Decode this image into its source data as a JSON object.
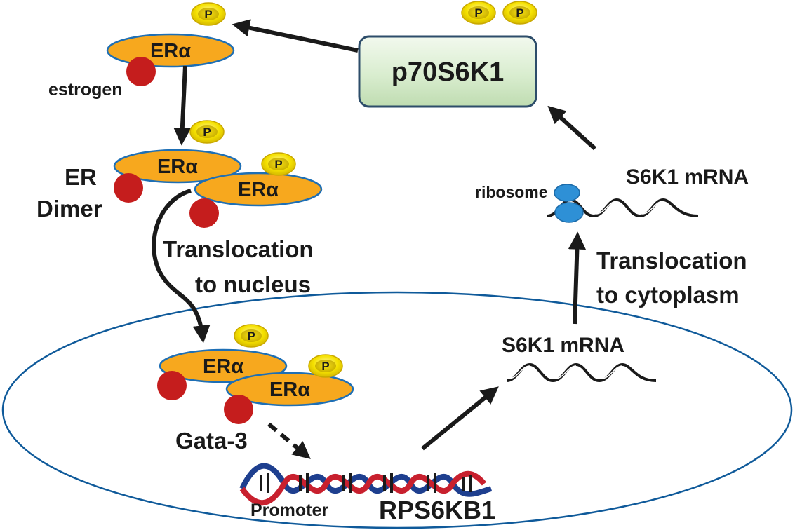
{
  "diagram": {
    "title": "p70S6K1 / ERα positive feedback loop",
    "colors": {
      "era_fill": "#f7a81e",
      "era_stroke": "#1e6fb5",
      "estrogen": "#c51d1d",
      "phospho_fill": "#f5e100",
      "phospho_stroke": "#c9a800",
      "kinase_box_fill": "#dff0d6",
      "kinase_box_stroke": "#2d4d6a",
      "nucleus_stroke": "#0f5a9a",
      "ribosome": "#2e90d6",
      "dna_strand_a": "#c8202e",
      "dna_strand_b": "#1e3f8f",
      "arrow": "#1a1a1a"
    },
    "nodes": {
      "era_label": "ERα",
      "phospho_label": "P",
      "estrogen_label": "estrogen",
      "er_dimer_label_line1": "ER",
      "er_dimer_label_line2": "Dimer",
      "kinase_label": "p70S6K1",
      "translocation_nucleus_line1": "Translocation",
      "translocation_nucleus_line2": "to nucleus",
      "translocation_cytoplasm_line1": "Translocation",
      "translocation_cytoplasm_line2": "to cytoplasm",
      "gata3_label": "Gata-3",
      "promoter_label": "Promoter",
      "gene_label": "RPS6KB1",
      "mrna_nuclear_label": "S6K1 mRNA",
      "mrna_cytoplasm_label": "S6K1 mRNA",
      "ribosome_label": "ribosome"
    },
    "edges": [
      {
        "from": "p70S6K1",
        "to": "ERα (phosphorylated)",
        "style": "solid"
      },
      {
        "from": "ERα + estrogen",
        "to": "ER Dimer",
        "style": "solid"
      },
      {
        "from": "ER Dimer",
        "to": "Nuclear ER Dimer",
        "style": "solid",
        "label": "Translocation to nucleus"
      },
      {
        "from": "Nuclear ER Dimer (Gata-3)",
        "to": "RPS6KB1 promoter",
        "style": "dashed"
      },
      {
        "from": "RPS6KB1",
        "to": "S6K1 mRNA (nuclear)",
        "style": "solid"
      },
      {
        "from": "S6K1 mRNA (nuclear)",
        "to": "S6K1 mRNA (ribosome)",
        "style": "solid",
        "label": "Translocation to cytoplasm"
      },
      {
        "from": "S6K1 mRNA (ribosome)",
        "to": "p70S6K1",
        "style": "solid"
      }
    ]
  }
}
